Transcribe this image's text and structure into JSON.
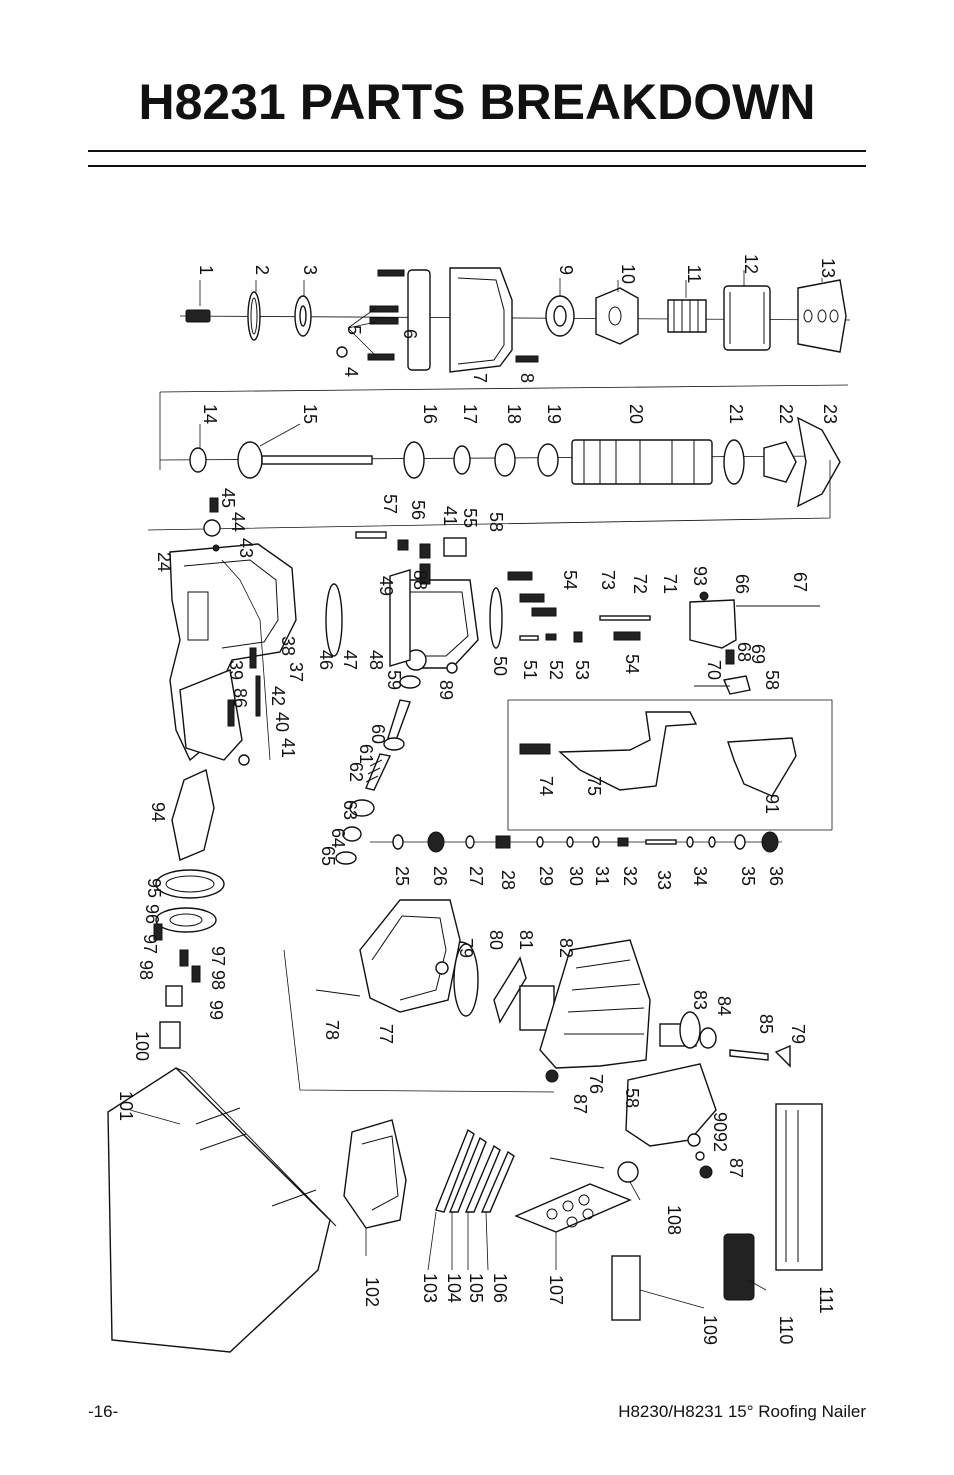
{
  "page": {
    "title": "H8231 PARTS BREAKDOWN",
    "page_number": "-16-",
    "footer_product": "H8230/H8231 15° Roofing Nailer"
  },
  "callouts": [
    "1",
    "2",
    "3",
    "4",
    "5",
    "6",
    "7",
    "8",
    "9",
    "10",
    "11",
    "12",
    "13",
    "14",
    "15",
    "16",
    "17",
    "18",
    "19",
    "20",
    "21",
    "22",
    "23",
    "45",
    "44",
    "43",
    "24",
    "57",
    "56",
    "41",
    "55",
    "58",
    "49",
    "88",
    "54",
    "73",
    "72",
    "71",
    "93",
    "66",
    "67",
    "38",
    "37",
    "39",
    "86",
    "42",
    "40",
    "41",
    "46",
    "47",
    "48",
    "59",
    "89",
    "50",
    "51",
    "52",
    "53",
    "54",
    "70",
    "68",
    "69",
    "58",
    "60",
    "61",
    "62",
    "63",
    "64",
    "65",
    "74",
    "75",
    "91",
    "94",
    "25",
    "26",
    "27",
    "28",
    "29",
    "30",
    "31",
    "32",
    "33",
    "34",
    "35",
    "36",
    "95",
    "96",
    "97",
    "98",
    "97",
    "98",
    "99",
    "100",
    "78",
    "77",
    "79",
    "80",
    "81",
    "82",
    "83",
    "84",
    "85",
    "79",
    "87",
    "76",
    "58",
    "90",
    "92",
    "87",
    "101",
    "102",
    "103",
    "104",
    "105",
    "106",
    "107",
    "108",
    "109",
    "110",
    "111"
  ]
}
